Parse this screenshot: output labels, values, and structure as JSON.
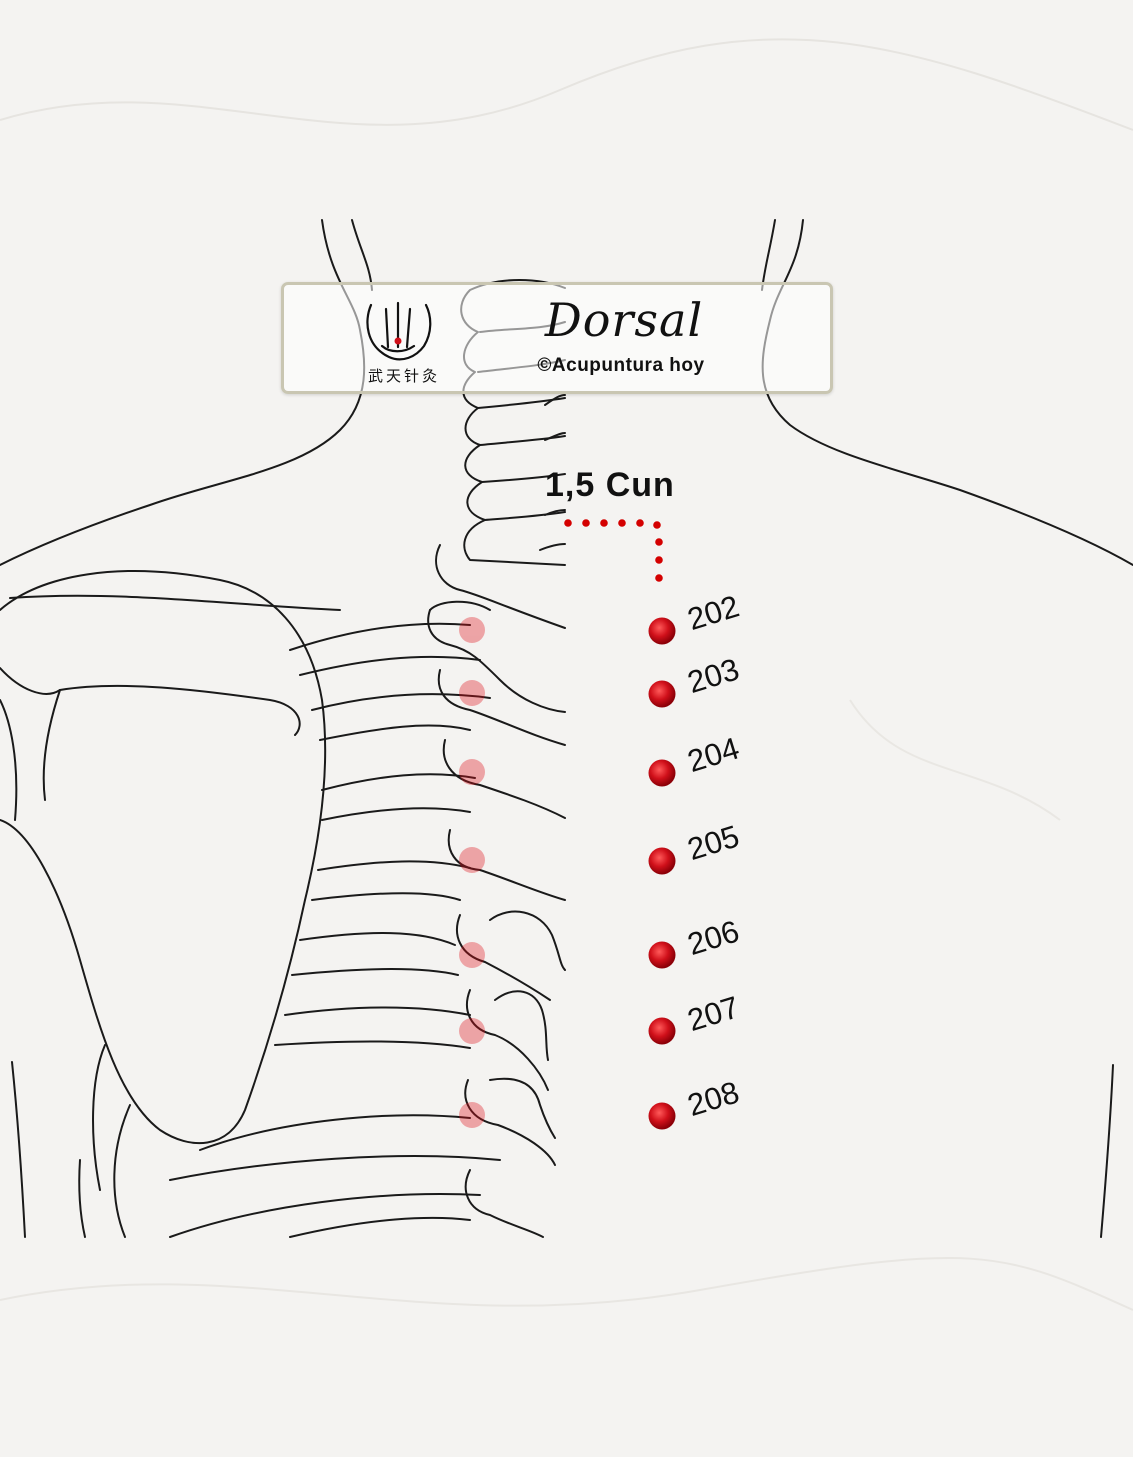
{
  "header": {
    "title": "Dorsal",
    "subtitle": "©Acupuntura hoy",
    "logo_text": "武天针灸"
  },
  "measurement": {
    "label": "1,5 Cun"
  },
  "points": [
    {
      "label": "202"
    },
    {
      "label": "203"
    },
    {
      "label": "204"
    },
    {
      "label": "205"
    },
    {
      "label": "206"
    },
    {
      "label": "207"
    },
    {
      "label": "208"
    }
  ],
  "colors": {
    "point_red": "#d0101a",
    "guide_dots": "#d40000",
    "outline": "#1a1a1a",
    "background": "#f4f3f1",
    "box_border": "#c9c6b2"
  }
}
